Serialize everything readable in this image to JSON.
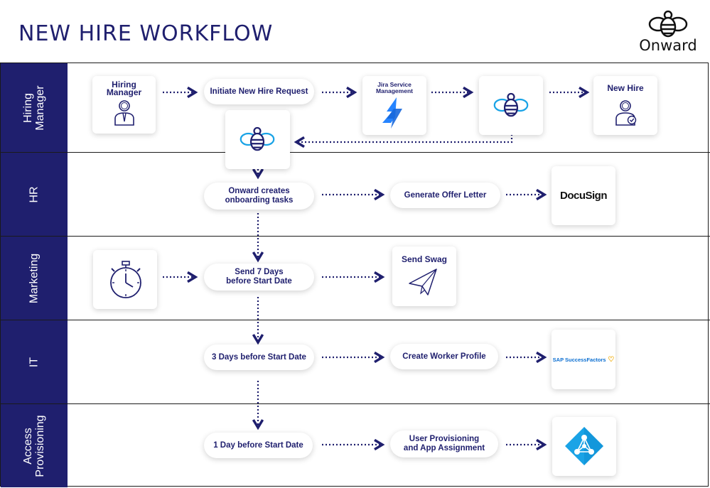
{
  "title": "NEW HIRE WORKFLOW",
  "logo": {
    "text": "Onward",
    "icon": "bee-icon"
  },
  "colors": {
    "navy": "#1f1f6e",
    "jira": "#2684ff",
    "azure": "#1aa3e6",
    "sap": "#0a6ed1",
    "sap_shield": "#f0ab00"
  },
  "lanes": [
    {
      "label": "Hiring\nManager"
    },
    {
      "label": "HR"
    },
    {
      "label": "Marketing"
    },
    {
      "label": "IT"
    },
    {
      "label": "Access\nProvisioning"
    }
  ],
  "nodes": {
    "hiring_manager": "Hiring\nManager",
    "initiate_request": "Initiate New Hire Request",
    "jira": "Jira Service\nManagement",
    "new_hire": "New Hire",
    "onward_tasks": "Onward creates\nonboarding tasks",
    "offer_letter": "Generate Offer Letter",
    "docusign": "DocuSign",
    "send_7_days": "Send 7 Days\nbefore Start Date",
    "send_swag": "Send Swag",
    "three_days": "3 Days before Start Date",
    "worker_profile": "Create Worker Profile",
    "sap": "SAP SuccessFactors",
    "one_day": "1 Day before Start Date",
    "user_provisioning": "User Provisioning\nand App Assignment"
  }
}
